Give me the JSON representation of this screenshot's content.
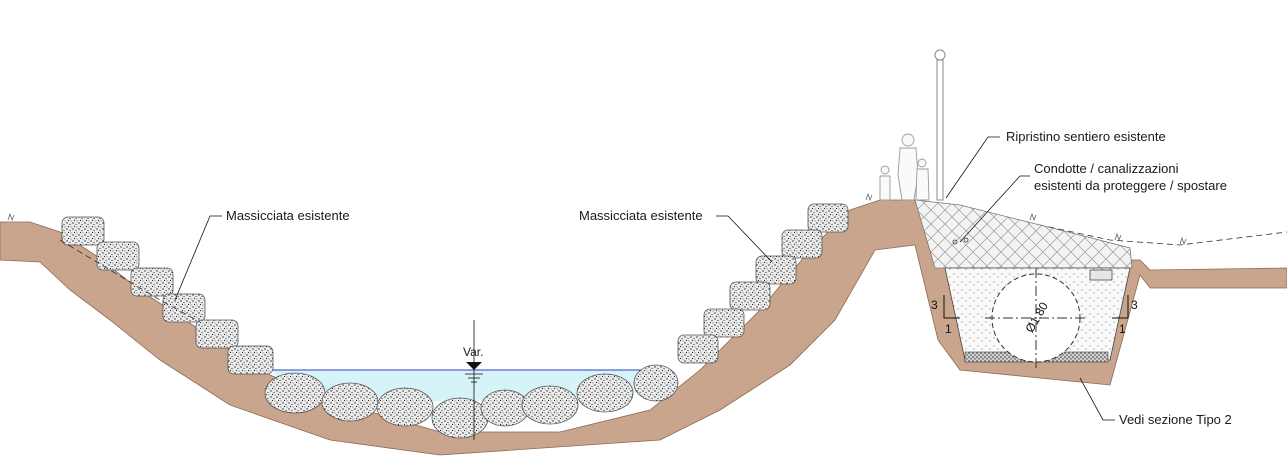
{
  "labels": {
    "massicciata_left": "Massicciata esistente",
    "massicciata_right": "Massicciata esistente",
    "ripristino": "Ripristino sentiero esistente",
    "condotte_line1": "Condotte / canalizzazioni",
    "condotte_line2": "esistenti da proteggere / spostare",
    "vedi_sezione": "Vedi sezione Tipo 2",
    "water_level": "Var.",
    "pipe_diameter": "Ø1.80",
    "slope_left_v": "3",
    "slope_left_h": "1",
    "slope_right_v": "3",
    "slope_right_h": "1"
  },
  "colors": {
    "soil": "#c9a58d",
    "soil_edge": "#8c6a55",
    "water": "#d6f3f8",
    "water_line": "#2c3cc8",
    "rock": "#e6e6e6",
    "hatch_fill": "#f2f2f2",
    "ink": "#1a1a1a"
  }
}
